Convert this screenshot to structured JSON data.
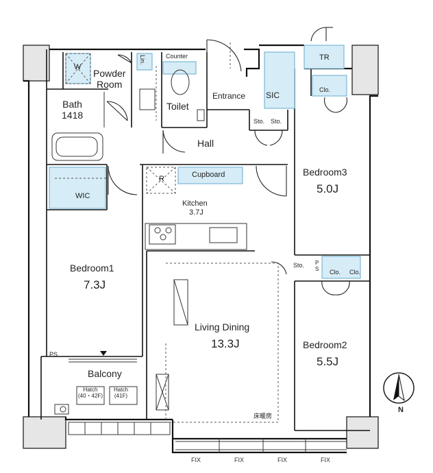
{
  "rooms": {
    "powder_room": "Powder\nRoom",
    "w": "W",
    "lin": "Lin.",
    "counter": "Counter",
    "toilet": "Toilet",
    "bath": "Bath\n1418",
    "entrance": "Entrance",
    "sic": "SIC",
    "tr": "TR",
    "clo_top": "Clo.",
    "sto_1": "Sto.",
    "sto_2": "Sto.",
    "hall": "Hall",
    "bedroom3": "Bedroom3",
    "bedroom3_size": "5.0J",
    "wic": "WIC",
    "r": "R",
    "cupboard": "Cupboard",
    "kitchen": "Kitchen",
    "kitchen_size": "3.7J",
    "bedroom1": "Bedroom1",
    "bedroom1_size": "7.3J",
    "living_dining": "Living Dining",
    "living_dining_size": "13.3J",
    "sto_3": "Sto.",
    "ps_mid": "P\nS",
    "clo_mid_1": "Clo.",
    "clo_mid_2": "Clo.",
    "bedroom2": "Bedroom2",
    "bedroom2_size": "5.5J",
    "ps_left": "PS",
    "balcony": "Balcony",
    "hatch_1": "Hatch\n(40・42F)",
    "hatch_2": "Hatch\n(41F)",
    "floor_heating": "床暖房",
    "north": "N"
  },
  "fix_labels": [
    "FIX",
    "FIX",
    "FIX",
    "FIX"
  ],
  "colors": {
    "storage_fill": "#d6ecf6",
    "storage_stroke": "#7cb8d6",
    "wall": "#111111",
    "column": "#e6e6e6"
  }
}
